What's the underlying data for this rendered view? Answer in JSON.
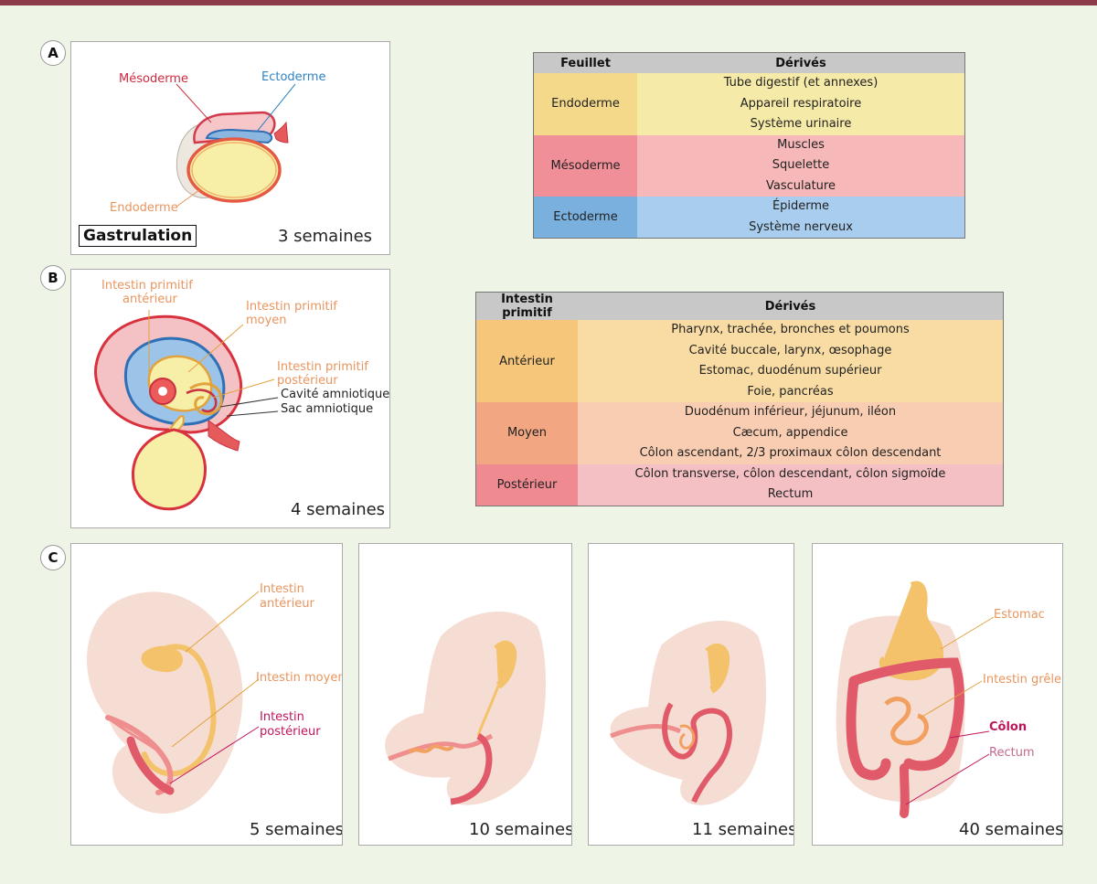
{
  "panels": {
    "A": {
      "letter": "A",
      "labels": {
        "mesoderm": "Mésoderme",
        "ectoderm": "Ectoderme",
        "endoderm": "Endoderme"
      },
      "gastrulation": "Gastrulation",
      "weeks": "3 semaines"
    },
    "B": {
      "letter": "B",
      "labels": {
        "anterior_1": "Intestin primitif",
        "anterior_2": "antérieur",
        "middle_1": "Intestin primitif",
        "middle_2": "moyen",
        "posterior_1": "Intestin primitif",
        "posterior_2": "postérieur",
        "amniotic_cavity": "Cavité amniotique",
        "amniotic_sac": "Sac amniotique"
      },
      "weeks": "4 semaines"
    },
    "C": {
      "letter": "C",
      "p5": {
        "anterior_1": "Intestin",
        "anterior_2": "antérieur",
        "middle": "Intestin moyen",
        "posterior_1": "Intestin",
        "posterior_2": "postérieur",
        "weeks": "5 semaines"
      },
      "p10": {
        "weeks": "10 semaines"
      },
      "p11": {
        "weeks": "11 semaines"
      },
      "p40": {
        "stomach": "Estomac",
        "small_intestine": "Intestin grêle",
        "colon": "Côlon",
        "rectum": "Rectum",
        "weeks": "40 semaines"
      }
    }
  },
  "table_layers": {
    "headers": [
      "Feuillet",
      "Dérivés"
    ],
    "rows": [
      {
        "layer": "Endoderme",
        "derivatives": [
          "Tube digestif (et annexes)",
          "Appareil respiratoire",
          "Système urinaire"
        ]
      },
      {
        "layer": "Mésoderme",
        "derivatives": [
          "Muscles",
          "Squelette",
          "Vasculature"
        ]
      },
      {
        "layer": "Ectoderme",
        "derivatives": [
          "Épiderme",
          "Système nerveux"
        ]
      }
    ]
  },
  "table_gut": {
    "headers": [
      "Intestin primitif",
      "Dérivés"
    ],
    "rows": [
      {
        "segment": "Antérieur",
        "derivatives": [
          "Pharynx, trachée, bronches et poumons",
          "Cavité buccale, larynx, œsophage",
          "Estomac, duodénum supérieur",
          "Foie, pancréas"
        ]
      },
      {
        "segment": "Moyen",
        "derivatives": [
          "Duodénum inférieur, jéjunum, iléon",
          "Cæcum, appendice",
          "Côlon ascendant, 2/3 proximaux côlon descendant"
        ]
      },
      {
        "segment": "Postérieur",
        "derivatives": [
          "Côlon transverse, côlon descendant, côlon sigmoïde",
          "Rectum"
        ]
      }
    ]
  },
  "colors": {
    "endoderm_dark": "#f5d98a",
    "endoderm_light": "#f6eaa8",
    "mesoderm_dark": "#f08f98",
    "mesoderm_light": "#f7b8b9",
    "ectoderm_dark": "#7ab0de",
    "ectoderm_light": "#a8cdee",
    "anterior_dark": "#f6c77a",
    "anterior_light": "#f9dca4",
    "middle_dark": "#f2a682",
    "middle_light": "#f9cdb2",
    "posterior_dark": "#ee8a90",
    "posterior_light": "#f4c0c4",
    "header": "#c8c8c8",
    "page_background": "#eef4e6",
    "top_bar": "#8d3a4a"
  }
}
